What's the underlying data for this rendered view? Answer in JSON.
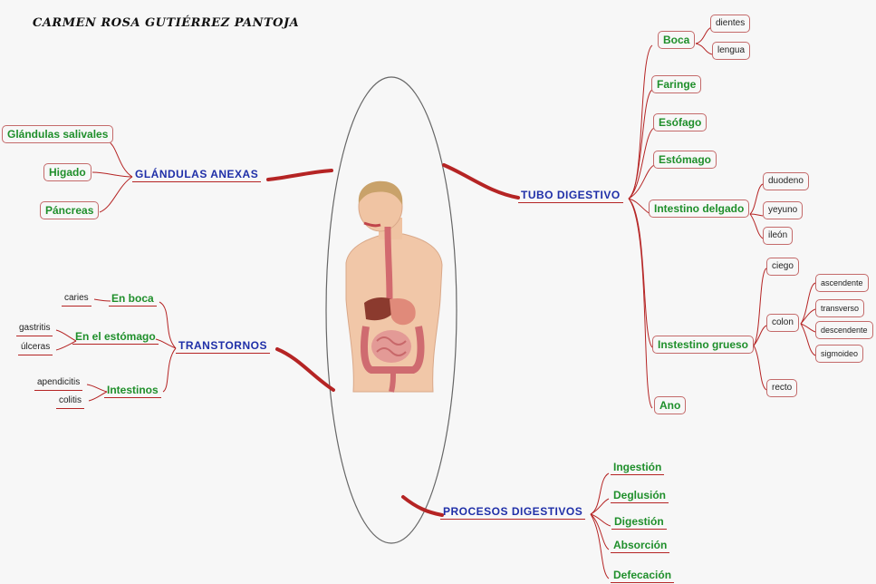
{
  "author": "CARMEN ROSA GUTIÉRREZ PANTOJA",
  "colors": {
    "main": "#1f2fa8",
    "sub": "#1f8f2b",
    "line": "#b52424",
    "box_border": "#c46a6a"
  },
  "center": {
    "icon": "human-digestive-system-icon"
  },
  "tubo_digestivo": {
    "title": "TUBO DIGESTIVO",
    "boca": {
      "label": "Boca",
      "children": [
        "dientes",
        "lengua"
      ]
    },
    "faringe": "Faringe",
    "esofago": "Esófago",
    "estomago": "Estómago",
    "intestino_delgado": {
      "label": "Intestino delgado",
      "children": [
        "duodeno",
        "yeyuno",
        "ileón"
      ]
    },
    "intestino_grueso": {
      "label": "Instestino grueso",
      "ciego": "ciego",
      "colon": {
        "label": "colon",
        "children": [
          "ascendente",
          "transverso",
          "descendente",
          "sigmoideo"
        ]
      },
      "recto": "recto"
    },
    "ano": "Ano"
  },
  "glandulas": {
    "title": "GLÁNDULAS ANEXAS",
    "items": [
      "Glándulas salivales",
      "Higado",
      "Páncreas"
    ]
  },
  "transtornos": {
    "title": "TRANSTORNOS",
    "boca": {
      "label": "En boca",
      "children": [
        "caries"
      ]
    },
    "estomago": {
      "label": "En el estómago",
      "children": [
        "gastritis",
        "úlceras"
      ]
    },
    "intestinos": {
      "label": "Intestinos",
      "children": [
        "apendicitis",
        "colitis"
      ]
    }
  },
  "procesos": {
    "title": "PROCESOS DIGESTIVOS",
    "items": [
      "Ingestión",
      "Deglusión",
      "Digestión",
      "Absorción",
      "Defecación"
    ]
  }
}
